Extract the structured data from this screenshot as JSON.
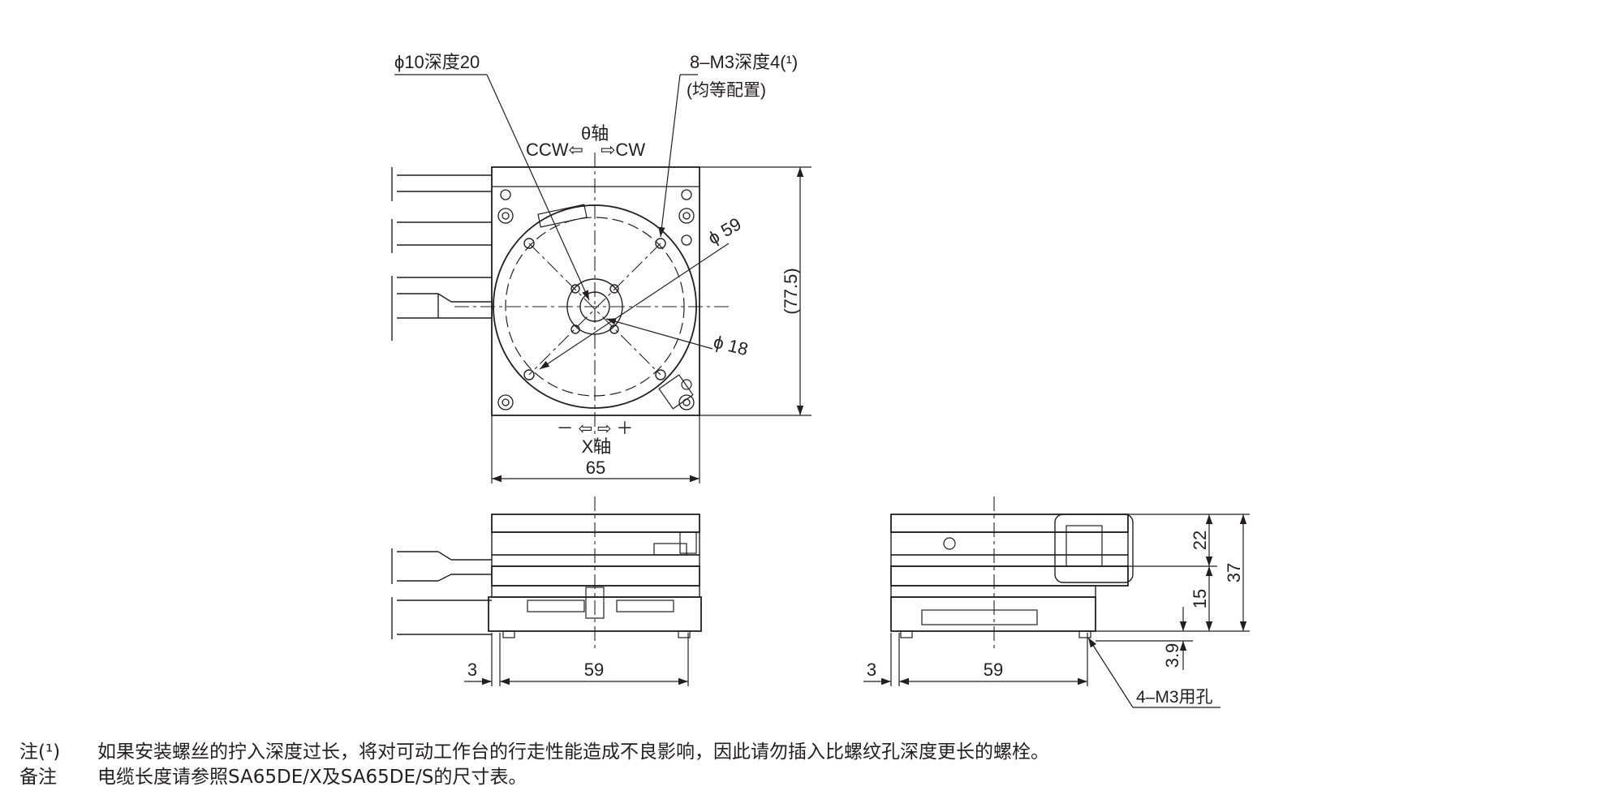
{
  "dimensions": {
    "hole_center": "ϕ10深度20",
    "tapped_holes": "8–M3深度4(¹)",
    "tapped_holes_note": "(均等配置)",
    "theta_axis": "θ轴",
    "ccw": "CCW⇦",
    "cw": "⇨CW",
    "dia_59": "ϕ 59",
    "dia_18": "ϕ 18",
    "height_top_view": "(77.5)",
    "x_axis_dir": "－ ⇦  ⇨ ＋",
    "x_axis": "X轴",
    "width_65": "65",
    "front_offset": "3",
    "front_width": "59",
    "side_offset": "3",
    "side_width": "59",
    "h22": "22",
    "h37": "37",
    "h15": "15",
    "h39": "3.9",
    "mount_holes": "4–M3用孔"
  },
  "notes": [
    {
      "label": "注(¹)",
      "text": "如果安装螺丝的拧入深度过长，将对可动工作台的行走性能造成不良影响，因此请勿插入比螺纹孔深度更长的螺栓。"
    },
    {
      "label": "备注",
      "text": "电缆长度请参照SA65DE/X及SA65DE/S的尺寸表。"
    }
  ]
}
